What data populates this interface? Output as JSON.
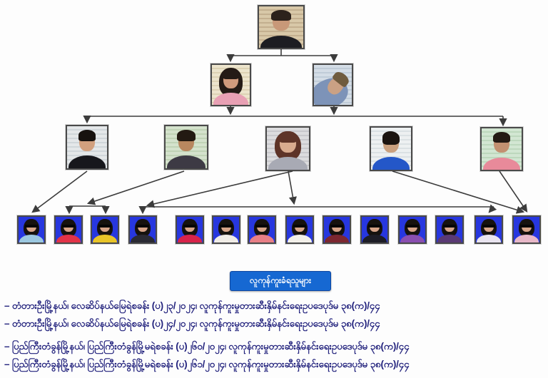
{
  "badge": {
    "label": "လူကုန်ကူးခံရသူများ"
  },
  "case_lines": [
    "– တံတားဦးမြို့နယ်၊ လေဆိပ်နယ်မြေရဲစခန်း (ပ)၂၃/၂၀၂၄၊ လူကုန်ကူးမှုတားဆီးနှိမ်နင်းရေးဥပဒေပုဒ်မ ၃၈(က)/၄၄",
    "– တံတားဦးမြို့နယ်၊ လေဆိပ်နယ်မြေရဲစခန်း (ပ)၂၄/၂၀၂၄၊ လူကုန်ကူးမှုတားဆီးနှိမ်နင်းရေးဥပဒေပုဒ်မ ၃၈(က)/၄၄",
    "– ပြည်ကြီးတံခွန်မြို့နယ်၊ ပြည်ကြီးတံခွန်မြို့မရဲစခန်း (ပ)၂၆၀/၂၀၂၄၊ လူကုန်ကူးမှုတားဆီးနှိမ်နင်းရေးဥပဒေပုဒ်မ ၃၈(က)/၄၄",
    "– ပြည်ကြီးတံခွန်မြို့နယ်၊ ပြည်ကြီးတံခွန်မြို့မရဲစခန်း (ပ)၂၆၁/၂၀၂၄၊ လူကုန်ကူးမှုတားဆီးနှိမ်နင်းရေးဥပဒေပုဒ်မ ၃၈(က)/၄၄"
  ],
  "colors": {
    "badge_bg": "#1668d2",
    "badge_text": "#ffffff",
    "case_text": "#22227d",
    "victim_bg": "#2737df",
    "connector_line": "#3c3c3c",
    "photo_border": "#4a4a4a"
  },
  "org_chart": {
    "suspects": {
      "level1": [
        {
          "desc": "woman-dark-top-mugshot",
          "bg1": "#d8c8a8",
          "bg2": "#c3af8f",
          "hair": "tied",
          "hairColor": "#2c221c",
          "skin": "#c89878",
          "shirt": "#1d1d22"
        }
      ],
      "level2": [
        {
          "desc": "woman-long-hair-pink-top",
          "bg1": "#ece4cc",
          "bg2": "#ddd2b4",
          "hair": "long",
          "hairColor": "#241b16",
          "skin": "#cf9a7c",
          "shirt": "#e8a0b4"
        },
        {
          "desc": "man-bending-over",
          "bg1": "#d4dde6",
          "bg2": "#c0ccd8",
          "hair": "bent",
          "hairColor": "#6f5b3e",
          "skin": "#caa184",
          "shirt": "#7d93b8"
        }
      ],
      "level3": [
        {
          "desc": "man-black-shirt",
          "bg1": "#e4e7e9",
          "bg2": "#d0d6da",
          "hair": "short",
          "hairColor": "#17120f",
          "skin": "#d2a07e",
          "shirt": "#17171c"
        },
        {
          "desc": "man-striped-shirt",
          "bg1": "#d4e2cc",
          "bg2": "#c0d3b6",
          "hair": "short",
          "hairColor": "#231a12",
          "skin": "#b8875f",
          "shirt": "#3d3a44"
        },
        {
          "desc": "woman-auburn-hair-gray-top",
          "bg1": "#dcdcde",
          "bg2": "#c8c8cc",
          "hair": "long",
          "hairColor": "#5e3428",
          "skin": "#d8ab8e",
          "shirt": "#a8aab4"
        },
        {
          "desc": "man-messy-hair-blue-shirt",
          "bg1": "#edf0f1",
          "bg2": "#dbe1e4",
          "hair": "messy",
          "hairColor": "#1b1410",
          "skin": "#caa07e",
          "shirt": "#2457c8"
        },
        {
          "desc": "woman-pink-striped-shirt",
          "bg1": "#d2e6d2",
          "bg2": "#bdd8bd",
          "hair": "tied",
          "hairColor": "#241a14",
          "skin": "#c29070",
          "shirt": "#e88a9a"
        }
      ]
    },
    "victims": [
      {
        "desc": "victim-light-blue-top",
        "shirt": "#9cc8e0"
      },
      {
        "desc": "victim-red-top",
        "shirt": "#e23348"
      },
      {
        "desc": "victim-yellow-top",
        "shirt": "#e8c428"
      },
      {
        "desc": "victim-dark-top",
        "shirt": "#2a2a33"
      },
      {
        "desc": "victim-red-top",
        "shirt": "#d8234a"
      },
      {
        "desc": "victim-white-top",
        "shirt": "#f0ece6"
      },
      {
        "desc": "victim-pink-top",
        "shirt": "#e87f86"
      },
      {
        "desc": "victim-white-top",
        "shirt": "#f2efe9"
      },
      {
        "desc": "victim-maroon-top",
        "shirt": "#7c2730"
      },
      {
        "desc": "victim-black-top",
        "shirt": "#1d1d26"
      },
      {
        "desc": "victim-purple-top",
        "shirt": "#8a4fb0"
      },
      {
        "desc": "victim-dark-purple-top",
        "shirt": "#5a3a74"
      },
      {
        "desc": "victim-white-floral-top",
        "shirt": "#e9e4ef"
      },
      {
        "desc": "victim-pink-top",
        "shirt": "#e8b8c8"
      }
    ]
  }
}
